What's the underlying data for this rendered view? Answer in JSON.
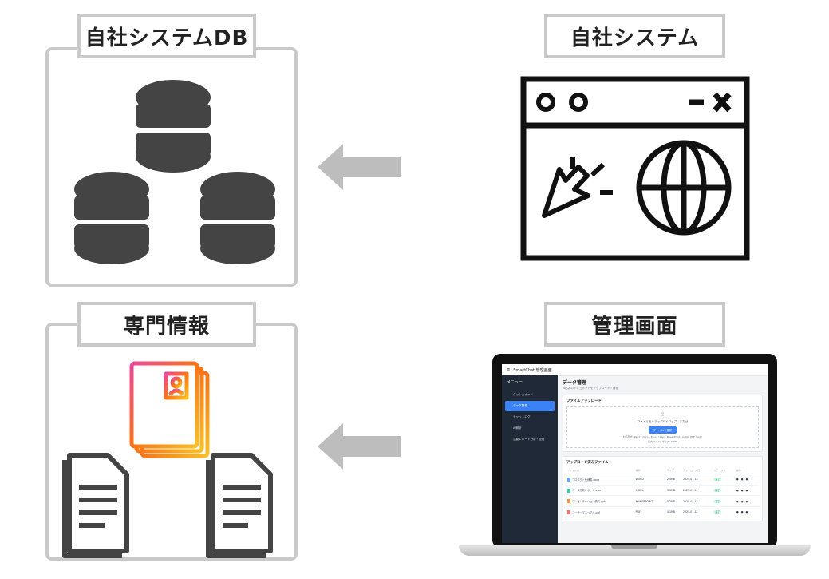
{
  "labels": {
    "db": "自社システムDB",
    "system": "自社システム",
    "expert": "専門情報",
    "admin": "管理画面"
  },
  "colors": {
    "frame": "#c9c9c9",
    "icon_dark": "#444444",
    "arrow": "#bdbdbd",
    "gradient_start": "#f59e0b",
    "gradient_end": "#ec4899"
  },
  "icons": {
    "db": "database-stack-icon",
    "system": "browser-window-icon",
    "expert": "documents-icon",
    "admin": "laptop-icon"
  },
  "admin_screen": {
    "app_title": "SmartChat 管理画面",
    "menu_label": "メニュー",
    "menu_items": [
      "ダッシュボード",
      "データ管理",
      "チャットログ",
      "AI解析",
      "活動レポート分析・配信"
    ],
    "page_title": "データ管理",
    "page_subtitle": "AI応答のドキュメントをアップロード・管理",
    "upload_card_title": "ファイルアップロード",
    "drop_text": "ファイルをドラッグ&ドロップ、または",
    "drop_button": "ファイルを選択",
    "drop_note": "対応形式: Word (.docx), Excel (.xlsx), PowerPoint (.pptx), PDF (.pdf)",
    "drop_note2": "最大ファイルサイズ: 20MB",
    "files_card_title": "アップロード済みファイル",
    "table_headers": [
      "ファイル名",
      "種類",
      "サイズ",
      "アップロード日",
      "ステータス",
      "操作"
    ],
    "files": [
      {
        "name": "プロダクト仕様書.docx",
        "type": "WORD",
        "size": "2.4MB",
        "date": "2025-07-15",
        "status": "完了"
      },
      {
        "name": "データ分析レポート.xlsx",
        "type": "EXCEL",
        "size": "3.1MB",
        "date": "2025-07-14",
        "status": "完了"
      },
      {
        "name": "プレゼンテーション資料.pptx",
        "type": "POWERPOINT",
        "size": "5.2MB",
        "date": "2025-07-13",
        "status": "完了"
      },
      {
        "name": "ユーザーマニュアル.pdf",
        "type": "PDF",
        "size": "4.1MB",
        "date": "2025-07-12",
        "status": "完了"
      }
    ]
  }
}
